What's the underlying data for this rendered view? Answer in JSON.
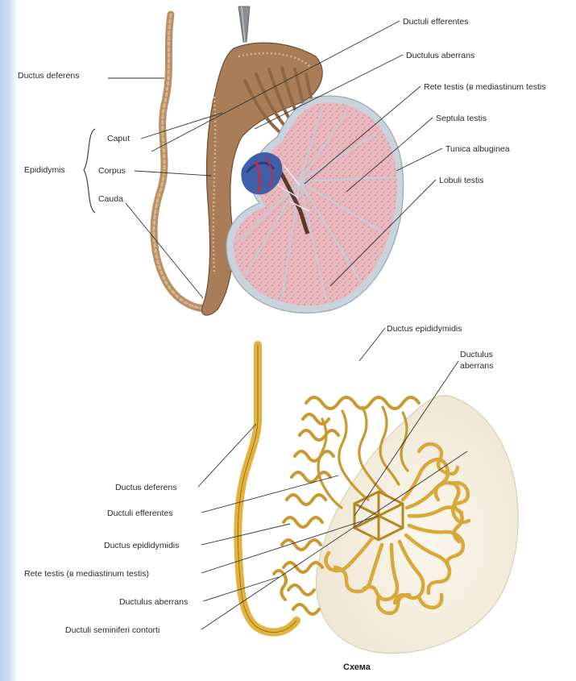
{
  "top_labels": {
    "ductus_deferens": "Ductus deferens",
    "epididymis": "Epididymis",
    "caput": "Caput",
    "corpus": "Corpus",
    "cauda": "Cauda",
    "ductuli_efferentes": "Ductuli efferentes",
    "ductulus_aberrans": "Ductulus aberrans",
    "rete_testis": "Rete testis (в mediastinum testis",
    "septula_testis": "Septula testis",
    "tunica_albuginea": "Tunica albuginea",
    "lobuli_testis": "Lobuli testis"
  },
  "bottom_labels": {
    "ductus_epididymidis_top": "Ductus epididymidis",
    "ductulus_aberrans_line1": "Ductulus",
    "ductulus_aberrans_line2": "aberrans",
    "ductus_deferens": "Ductus deferens",
    "ductuli_efferentes": "Ductuli efferentes",
    "ductus_epididymidis": "Ductus epididymidis",
    "rete_testis": "Rete testis (в mediastinum testis)",
    "ductulus_aberrans": "Ductulus aberrans",
    "ductuli_seminiferi": "Ductuli seminiferi contorti"
  },
  "caption": "Схема",
  "colors": {
    "testis_fill": "#e9b7be",
    "epididymis_brown": "#a87d57",
    "duct_yellow": "#e3b23c",
    "tunica": "#c9d3dc",
    "vessel_blue": "#3f5fa8",
    "vessel_red": "#c0304a"
  }
}
